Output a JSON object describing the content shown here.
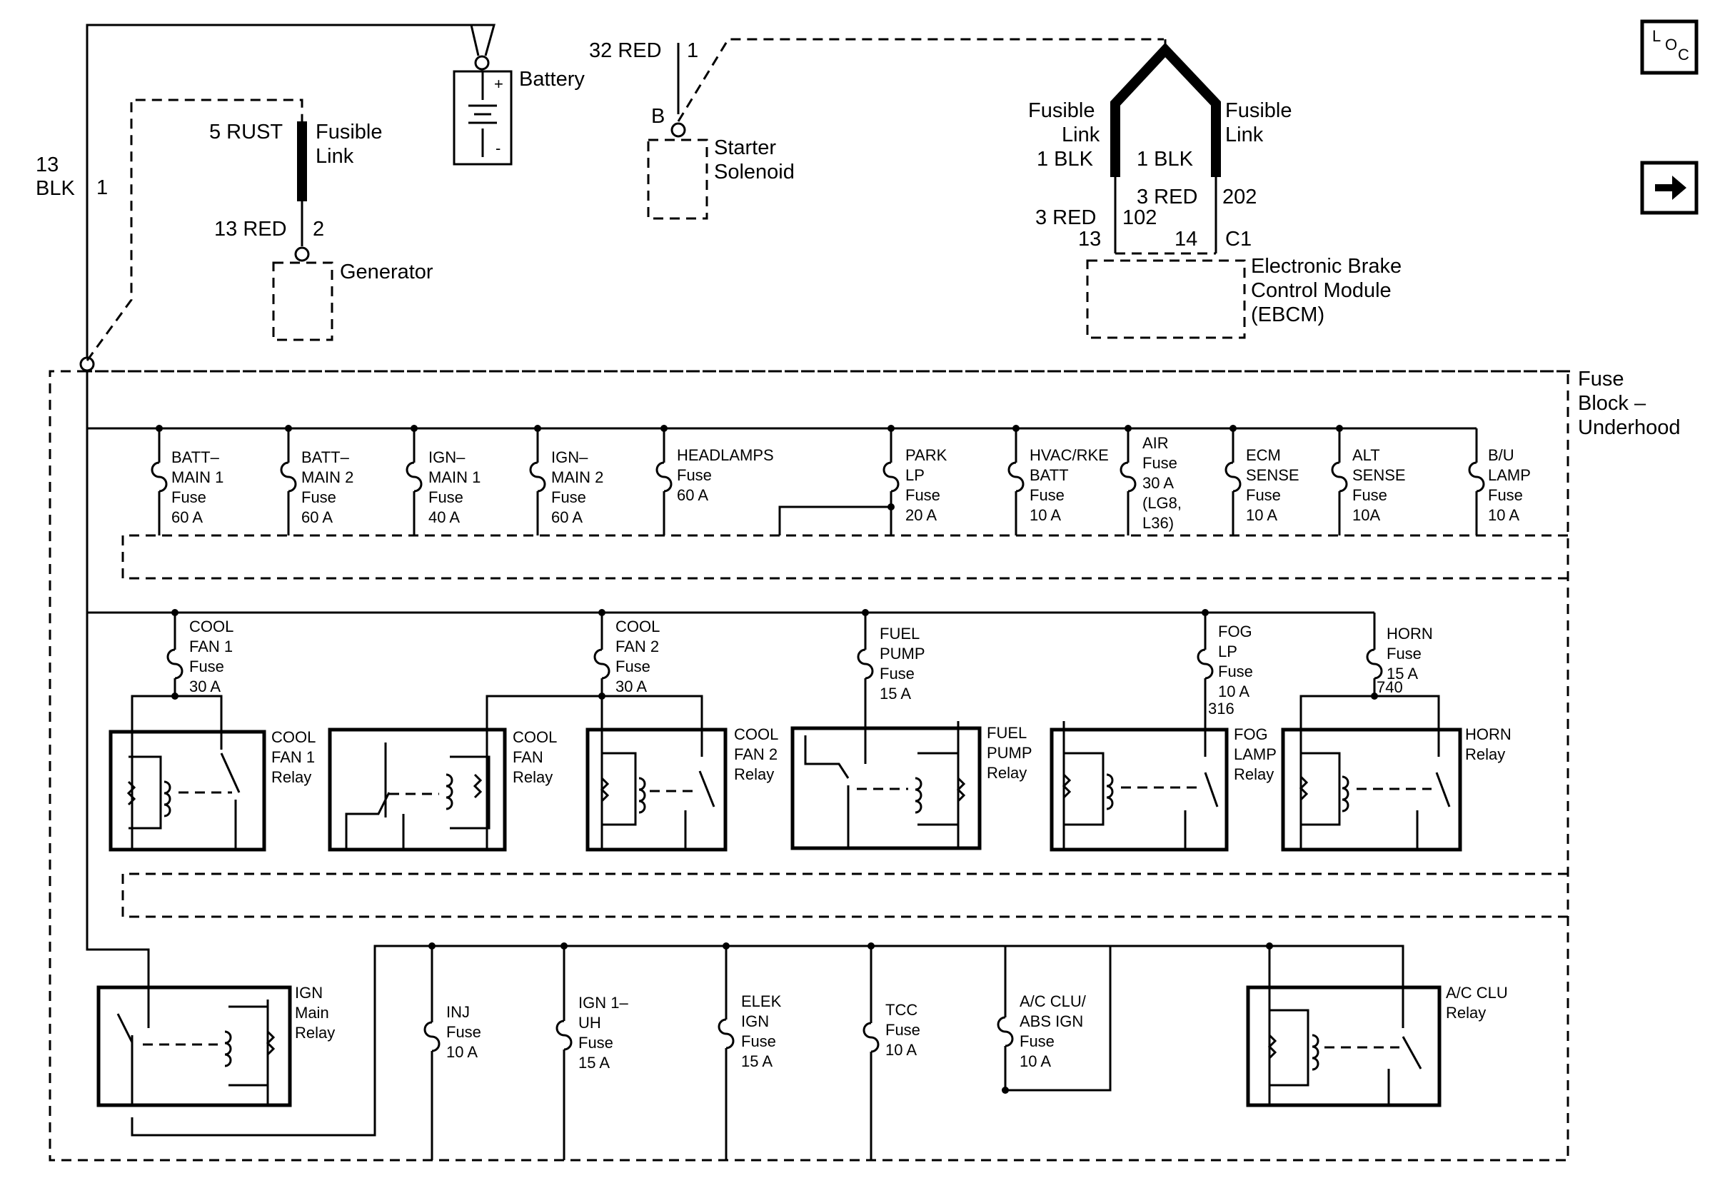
{
  "top": {
    "left_wire": {
      "gauge_color": "13\nBLK",
      "gauge": "13",
      "color": "BLK",
      "circuit": "1"
    },
    "battery": {
      "label": "Battery",
      "plus": "+",
      "minus": "-"
    },
    "starter_wire": {
      "gauge_color": "32 RED",
      "circuit": "1"
    },
    "starter": {
      "terminal": "B",
      "label_1": "Starter",
      "label_2": "Solenoid"
    },
    "gen_fusible": {
      "wire": "5 RUST",
      "label_1": "Fusible",
      "label_2": "Link"
    },
    "generator": {
      "wire": "13 RED",
      "circuit": "2",
      "label": "Generator"
    },
    "ebcm_links": {
      "left_label_1": "Fusible",
      "left_label_2": "Link",
      "left_wire": "1 BLK",
      "right_label_1": "Fusible",
      "right_label_2": "Link",
      "right_wire": "1 BLK",
      "left_circuit_wire": "3 RED",
      "left_circuit": "102",
      "left_pin": "13",
      "right_circuit_wire": "3 RED",
      "right_circuit": "202",
      "right_pin": "14",
      "connector": "C1"
    },
    "ebcm": {
      "line_1": "Electronic Brake",
      "line_2": "Control Module",
      "line_3": "(EBCM)"
    }
  },
  "fuse_block": {
    "line_1": "Fuse",
    "line_2": "Block –",
    "line_3": "Underhood"
  },
  "fuses_row1": [
    {
      "lines": [
        "BATT–",
        "MAIN 1",
        "Fuse",
        "60 A"
      ]
    },
    {
      "lines": [
        "BATT–",
        "MAIN 2",
        "Fuse",
        "60 A"
      ]
    },
    {
      "lines": [
        "IGN–",
        "MAIN 1",
        "Fuse",
        "40 A"
      ]
    },
    {
      "lines": [
        "IGN–",
        "MAIN 2",
        "Fuse",
        "60 A"
      ]
    },
    {
      "lines": [
        "HEADLAMPS",
        "Fuse",
        "60 A"
      ]
    },
    {
      "lines": [
        "PARK",
        "LP",
        "Fuse",
        "20 A"
      ]
    },
    {
      "lines": [
        "HVAC/RKE",
        "BATT",
        "Fuse",
        "10 A"
      ]
    },
    {
      "lines": [
        "AIR",
        "Fuse",
        "30 A",
        "(LG8,",
        "L36)"
      ]
    },
    {
      "lines": [
        "ECM",
        "SENSE",
        "Fuse",
        "10 A"
      ]
    },
    {
      "lines": [
        "ALT",
        "SENSE",
        "Fuse",
        "10A"
      ]
    },
    {
      "lines": [
        "B/U",
        "LAMP",
        "Fuse",
        "10 A"
      ]
    }
  ],
  "fuses_row2": [
    {
      "lines": [
        "COOL",
        "FAN 1",
        "Fuse",
        "30 A"
      ]
    },
    {
      "lines": [
        "COOL",
        "FAN 2",
        "Fuse",
        "30 A"
      ]
    },
    {
      "lines": [
        "FUEL",
        "PUMP",
        "Fuse",
        "15 A"
      ]
    },
    {
      "lines": [
        "FOG",
        "LP",
        "Fuse",
        "10 A"
      ],
      "circuit": "316"
    },
    {
      "lines": [
        "HORN",
        "Fuse",
        "15 A"
      ],
      "circuit": "740"
    }
  ],
  "relays_row2": [
    {
      "lines": [
        "COOL",
        "FAN 1",
        "Relay"
      ]
    },
    {
      "lines": [
        "COOL",
        "FAN",
        "Relay"
      ]
    },
    {
      "lines": [
        "COOL",
        "FAN 2",
        "Relay"
      ]
    },
    {
      "lines": [
        "FUEL",
        "PUMP",
        "Relay"
      ]
    },
    {
      "lines": [
        "FOG",
        "LAMP",
        "Relay"
      ]
    },
    {
      "lines": [
        "HORN",
        "Relay"
      ]
    }
  ],
  "fuses_row3": [
    {
      "lines": [
        "INJ",
        "Fuse",
        "10 A"
      ]
    },
    {
      "lines": [
        "IGN 1–",
        "UH",
        "Fuse",
        "15 A"
      ]
    },
    {
      "lines": [
        "ELEK",
        "IGN",
        "Fuse",
        "15 A"
      ]
    },
    {
      "lines": [
        "TCC",
        "Fuse",
        "10 A"
      ]
    },
    {
      "lines": [
        "A/C CLU/",
        "ABS IGN",
        "Fuse",
        "10 A"
      ]
    }
  ],
  "relays_row3": [
    {
      "lines": [
        "IGN",
        "Main",
        "Relay"
      ]
    },
    {
      "lines": [
        "A/C CLU",
        "Relay"
      ]
    }
  ],
  "icons": {
    "loc": {
      "l": "L",
      "o": "O",
      "c": "C"
    },
    "next": "arrow-right-icon"
  }
}
